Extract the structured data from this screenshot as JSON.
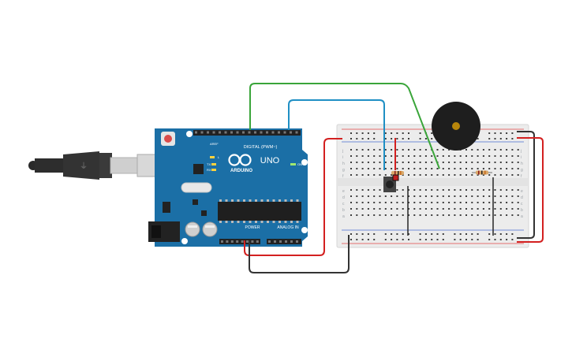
{
  "canvas": {
    "background": "#ffffff"
  },
  "arduino": {
    "brand": "ARDUINO",
    "model": "UNO",
    "digital_label": "DIGITAL (PWM~)",
    "power_label": "POWER",
    "analog_label": "ANALOG IN",
    "on_label": "ON",
    "tx_label": "TX",
    "rx_label": "RX",
    "l_label": "L",
    "aref_label": "AREF",
    "gnd_label": "GND",
    "board_color": "#1b6fa6"
  },
  "components": {
    "usb_cable": "usb-cable",
    "push_button": "push-button",
    "resistor_button": "resistor",
    "resistor_buzzer": "resistor",
    "buzzer": "piezo-buzzer"
  },
  "wires": {
    "green": "#3aa53a",
    "blue": "#1f8fc4",
    "red": "#d32020",
    "black": "#333333"
  },
  "breadboard": {
    "row_letters_top": [
      "j",
      "i",
      "h",
      "g",
      "f"
    ],
    "row_letters_bottom": [
      "e",
      "d",
      "c",
      "b",
      "a"
    ],
    "columns": 30
  }
}
